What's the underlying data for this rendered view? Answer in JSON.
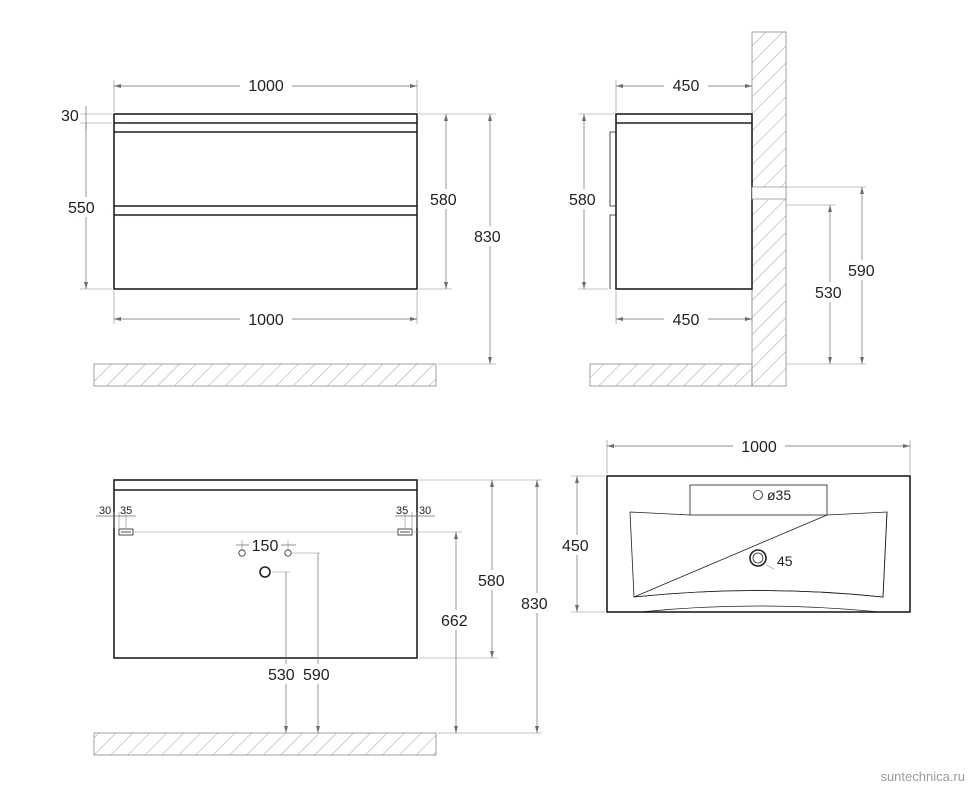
{
  "front_view": {
    "width_top": "1000",
    "width_bottom": "1000",
    "countertop": "30",
    "drawer_height": "550",
    "body_height": "580",
    "total_height": "830"
  },
  "side_view": {
    "depth_top": "450",
    "depth_bottom": "450",
    "body_height": "580",
    "height_530": "530",
    "height_590": "590"
  },
  "back_view": {
    "left_30": "30",
    "left_35": "35",
    "right_35": "35",
    "right_30": "30",
    "spacing_150": "150",
    "height_580": "580",
    "height_662": "662",
    "height_830": "830",
    "height_530": "530",
    "height_590": "590"
  },
  "top_view": {
    "width": "1000",
    "depth": "450",
    "tap_hole": "ø35",
    "drain": "45"
  },
  "watermark": "suntechnica.ru"
}
